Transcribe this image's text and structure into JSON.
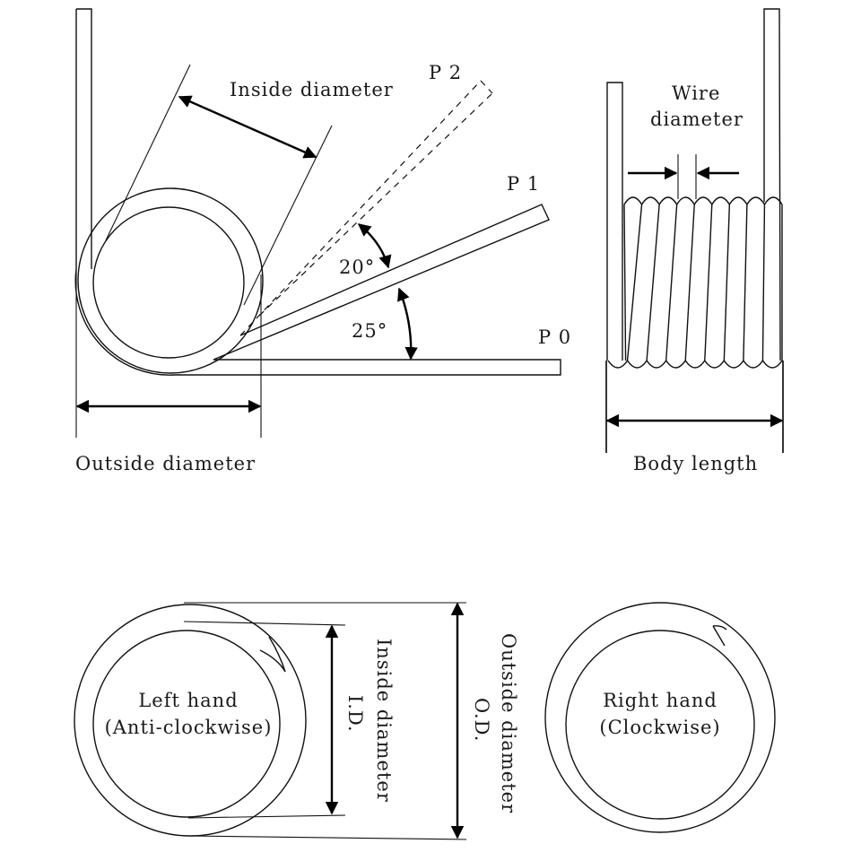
{
  "title": "Torsion spring dimensions and winding direction",
  "side_view": {
    "inside_diameter_label": "Inside diameter",
    "outside_diameter_label": "Outside diameter",
    "positions": [
      "P 0",
      "P 1",
      "P 2"
    ],
    "angle_p0_p1": "25°",
    "angle_p1_p2": "20°"
  },
  "front_view": {
    "wire_diameter_label_line1": "Wire",
    "wire_diameter_label_line2": "diameter",
    "body_length_label": "Body length",
    "coil_count": 9
  },
  "end_views": {
    "left": {
      "line1": "Left hand",
      "line2": "(Anti-clockwise)"
    },
    "right": {
      "line1": "Right hand",
      "line2": "(Clockwise)"
    },
    "inside_diameter_label": "Inside diameter",
    "id_abbrev": "I.D.",
    "outside_diameter_label": "Outside diameter",
    "od_abbrev": "O.D."
  }
}
